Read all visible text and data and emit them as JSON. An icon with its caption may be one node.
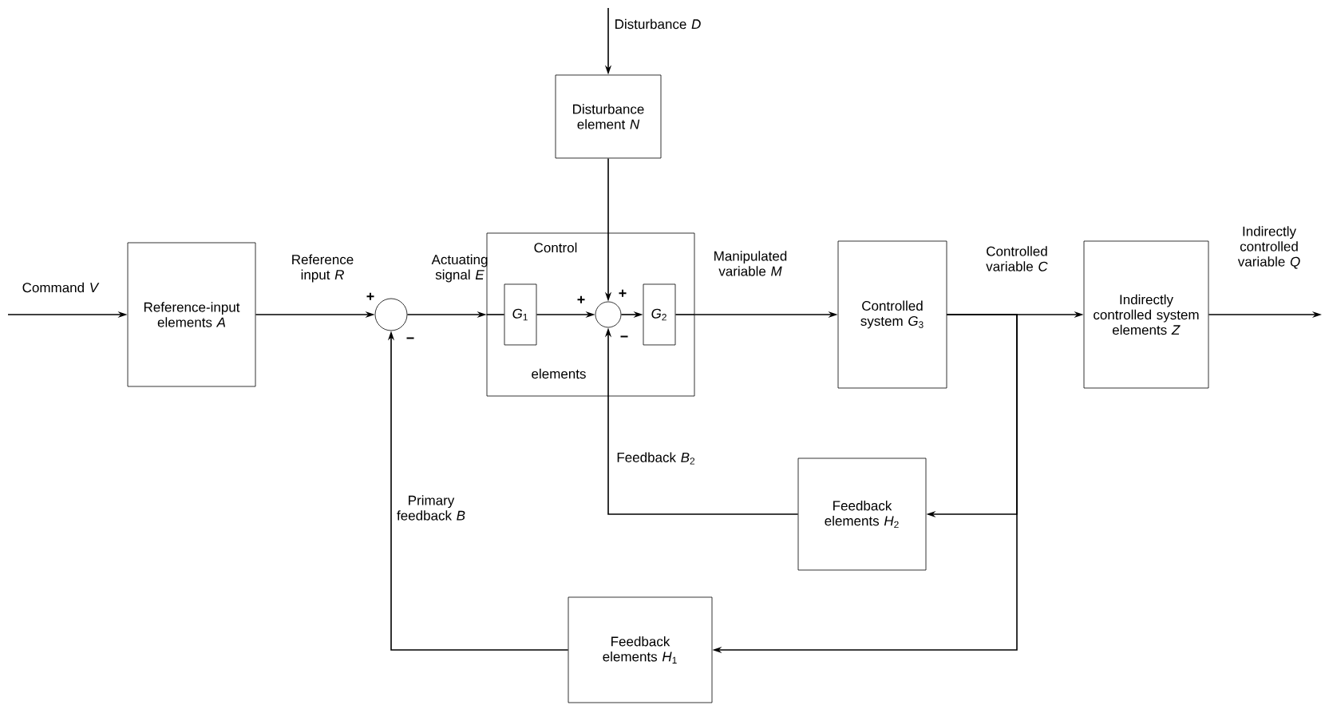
{
  "diagram": {
    "nodes": [
      {
        "text": [
          "Reference-input elements *A*"
        ]
      },
      {
        "text": [],
        "shape": "circle"
      },
      {
        "text": [
          "Control",
          "elements"
        ]
      },
      {
        "text": [
          "*G*$_{1}$"
        ],
        "in": 2
      },
      {
        "text": [],
        "shape": "circle",
        "in": 2
      },
      {
        "text": [
          "*G*$_{2}$"
        ],
        "in": 2
      },
      {
        "text": [
          "Disturbance element *N*"
        ]
      },
      {
        "text": [
          "Controlled system *G*$_{3}$"
        ]
      },
      {
        "text": [
          "Indirectly controlled system elements *Z*"
        ]
      },
      {
        "text": [
          "Feedback elements *H*$_{2}$"
        ]
      },
      {
        "text": [
          "Feedback elements *H*$_{1}$"
        ]
      }
    ],
    "edges": [
      {
        "from": null,
        "to": 0,
        "arrow": "to",
        "label": "Command *V*"
      },
      {
        "from": 0,
        "to": 1,
        "arrow": "to",
        "label": "Reference input *R*"
      },
      {
        "from": 1,
        "to": 2,
        "arrow": "to",
        "label": "Actuating signal *E*"
      },
      {
        "from": 2,
        "to": 3,
        "arrow": "none"
      },
      {
        "from": 3,
        "to": 4,
        "arrow": "to"
      },
      {
        "from": 4,
        "to": 5,
        "arrow": "to"
      },
      {
        "from": 5,
        "to": 2,
        "arrow": "none"
      },
      {
        "from": 2,
        "to": 7,
        "arrow": "to",
        "label": "Manipulated variable *M*"
      },
      {
        "from": 6,
        "to": 4,
        "arrow": "to"
      },
      {
        "from": 9,
        "to": 4,
        "arrow": "to",
        "label": "Feedback *B*$_{2}$"
      },
      {
        "from": 7,
        "to": 8,
        "arrow": "to",
        "label": "Controlled variable *C*"
      },
      {
        "from": 7,
        "to": 9,
        "arrow": "to"
      },
      {
        "from": 7,
        "to": 10,
        "arrow": "to"
      },
      {
        "from": 8,
        "to": null,
        "arrow": "to",
        "label": "Indirectly controlled variable *Q*"
      },
      {
        "from": 10,
        "to": 1,
        "arrow": "to",
        "label": "Primary feedback *B*"
      },
      {
        "from": null,
        "to": 6,
        "arrow": "to",
        "label": "Disturbance *D*"
      }
    ],
    "labels": [
      "+",
      "−",
      "+",
      "+",
      "−"
    ]
  }
}
